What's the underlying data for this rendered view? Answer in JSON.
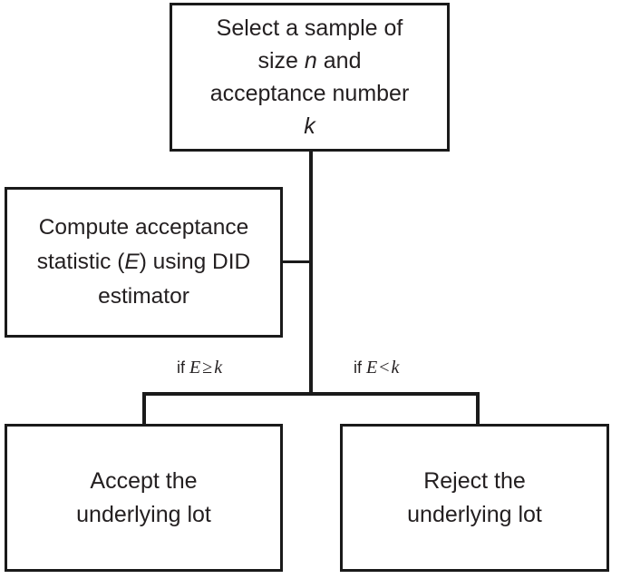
{
  "diagram": {
    "title": "Acceptance sampling decision flowchart",
    "type": "flowchart",
    "colors": {
      "stroke": "#1a1a1a",
      "text": "#231f20",
      "background": "#ffffff"
    },
    "nodes": [
      {
        "id": "sample",
        "name": "select-sample-box",
        "lines": [
          "Select a sample of",
          "size n and",
          "acceptance number",
          "k"
        ],
        "text": "Select a sample of size n and acceptance number k"
      },
      {
        "id": "compute",
        "name": "compute-statistic-box",
        "lines": [
          "Compute acceptance",
          "statistic (E) using DID",
          "estimator"
        ],
        "text": "Compute acceptance statistic (E) using DID estimator"
      },
      {
        "id": "accept",
        "name": "accept-lot-box",
        "lines": [
          "Accept the",
          "underlying lot"
        ],
        "text": "Accept the underlying lot"
      },
      {
        "id": "reject",
        "name": "reject-lot-box",
        "lines": [
          "Reject the",
          "underlying lot"
        ],
        "text": "Reject the underlying lot"
      }
    ],
    "node_text": {
      "sample_l1": "Select a sample of",
      "sample_l2_a": "size ",
      "sample_l2_var": "n",
      "sample_l2_b": " and",
      "sample_l3": "acceptance number",
      "sample_l4_var": "k",
      "compute_l1": "Compute acceptance",
      "compute_l2_a": "statistic (",
      "compute_l2_var": "E",
      "compute_l2_b": ") using DID",
      "compute_l3": "estimator",
      "accept_l1": "Accept the",
      "accept_l2": "underlying lot",
      "reject_l1": "Reject the",
      "reject_l2": "underlying lot"
    },
    "branch_labels": {
      "accept": {
        "full": "if E ≥ k",
        "keyword": "if",
        "lhs": "E",
        "operator": "≥",
        "rhs": "k"
      },
      "reject": {
        "full": "if E < k",
        "keyword": "if",
        "lhs": "E",
        "operator": "<",
        "rhs": "k"
      }
    }
  }
}
